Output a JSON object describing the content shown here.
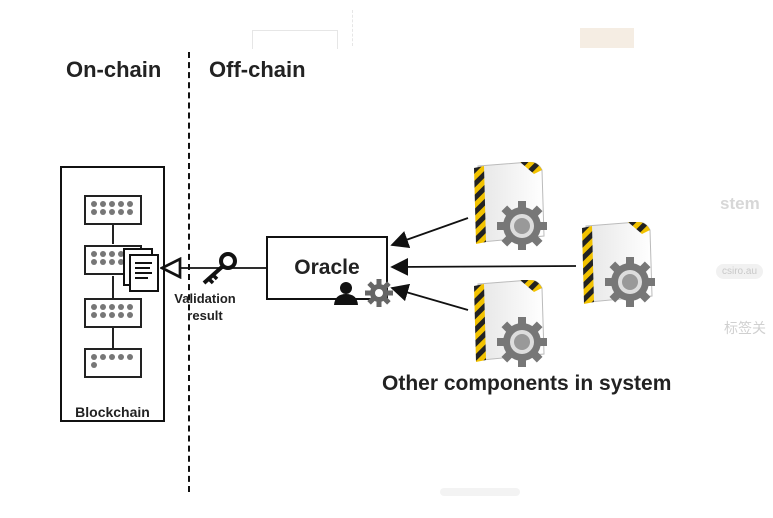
{
  "labels": {
    "on_chain": "On-chain",
    "off_chain": "Off-chain",
    "blockchain": "Blockchain",
    "oracle": "Oracle",
    "validation_line1": "Validation",
    "validation_line2": "result",
    "other_components": "Other components in system"
  },
  "background_fragments": {
    "stem": "stem",
    "csiro": "csiro.au",
    "chinese": "标签关"
  },
  "icons": [
    "document-icon",
    "key-icon",
    "person-icon",
    "gear-icon",
    "server-component-icon"
  ],
  "colors": {
    "stroke": "#111111",
    "hazard_yellow": "#f2c200",
    "gear_gray": "#8a8a8a"
  }
}
